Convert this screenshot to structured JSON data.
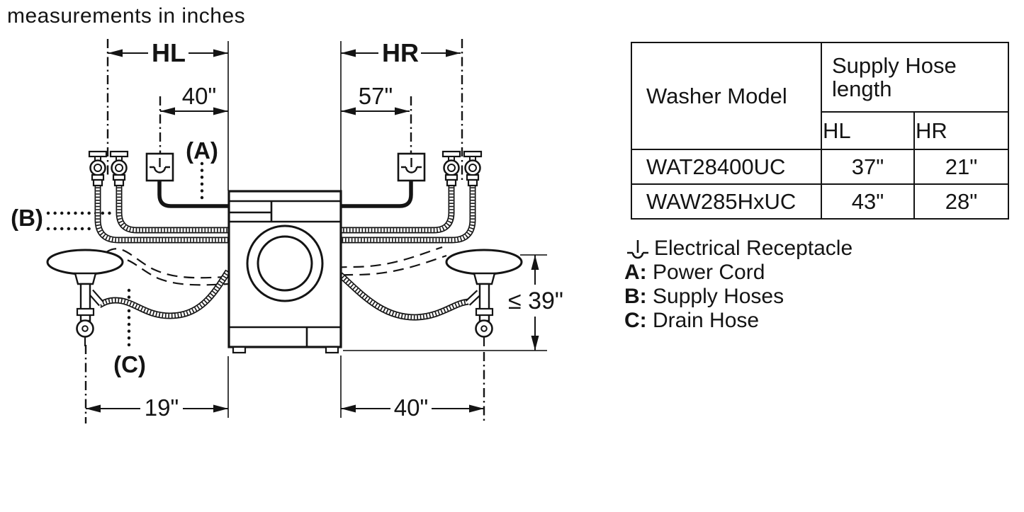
{
  "title": "measurements in inches",
  "diagram": {
    "labels": {
      "a": "(A)",
      "b": "(B)",
      "c": "(C)"
    },
    "dims": {
      "hl": "HL",
      "hr": "HR",
      "top_left": "40\"",
      "top_right": "57\"",
      "bottom_left": "19\"",
      "bottom_right": "40\"",
      "height_max": "≤ 39\""
    }
  },
  "table": {
    "header": {
      "model": "Washer Model",
      "supply": "Supply Hose length",
      "hl": "HL",
      "hr": "HR"
    },
    "rows": [
      {
        "model": "WAT28400UC",
        "hl": "37\"",
        "hr": "21\""
      },
      {
        "model": "WAW285HxUC",
        "hl": "43\"",
        "hr": "28\""
      }
    ]
  },
  "legend": {
    "receptacle_label": "Electrical Receptacle",
    "items": [
      {
        "key": "A: ",
        "label": "Power Cord"
      },
      {
        "key": "B: ",
        "label": "Supply Hoses"
      },
      {
        "key": "C: ",
        "label": "Drain Hose"
      }
    ]
  },
  "colors": {
    "line": "#141414",
    "background": "#ffffff"
  }
}
